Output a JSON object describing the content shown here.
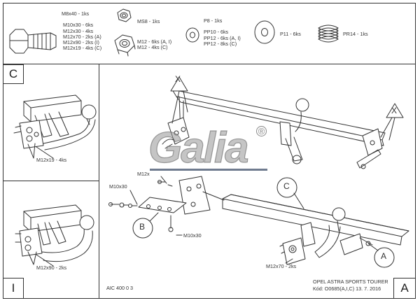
{
  "hardware": {
    "bolt": {
      "icon": "bolt-icon",
      "lines": [
        "M8x40 - 1ks",
        "",
        "M10x30 - 6ks",
        "M12x30 - 4ks",
        "M12x70 - 2ks (A)",
        "M12x90 - 2ks (I)",
        "M12x19 - 4ks (C)"
      ]
    },
    "nut_ms8": {
      "icon": "hex-nut-icon",
      "label": "MS8 - 1ks"
    },
    "nut_m12": {
      "icon": "hex-nut-icon",
      "lines": [
        "M12 - 6ks (A, I)",
        "M12 - 4ks (C)"
      ]
    },
    "washer_p": {
      "icon": "washer-icon",
      "lines": [
        "P8 - 1ks",
        "",
        "PP10 - 6ks",
        "PP12 - 6ks (A, I)",
        "PP12 - 8ks (C)"
      ]
    },
    "washer_p11": {
      "icon": "large-washer-icon",
      "label": "P11 - 6ks"
    },
    "spring_washer": {
      "icon": "spring-washer-icon",
      "label": "PR14 - 1ks"
    }
  },
  "variants": {
    "c": {
      "letter": "C",
      "bolt_label": "M12x19 - 4ks"
    },
    "i": {
      "letter": "I",
      "bolt_label": "M12x90 - 2ks"
    }
  },
  "main_diagram": {
    "callouts": {
      "x_mark": "X",
      "b": "B",
      "c": "C",
      "a": "A"
    },
    "labels": {
      "m12_top": "M12x",
      "m10_left": "M10x30",
      "m10_bottom": "M10x30",
      "m12x70": "M12x70 - 2ks"
    },
    "logo_text": "Galia",
    "logo_symbol": "®",
    "logo_bar_color": "#6f7b8f"
  },
  "footer": {
    "doc_code": "AIC 400 0 3",
    "model": "OPEL ASTRA SPORTS TOURER",
    "code_line": "Kód: O0685(A,I,C)  13. 7. 2016",
    "variant_letter": "A"
  }
}
